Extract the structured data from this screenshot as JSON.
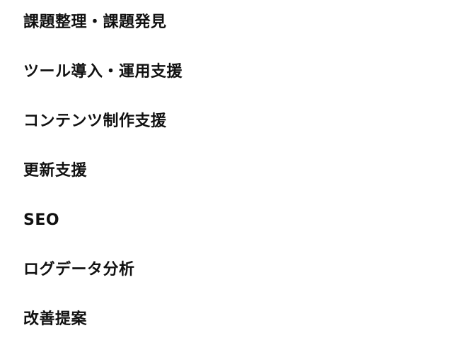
{
  "services": {
    "items": [
      {
        "label": "課題整理・課題発見"
      },
      {
        "label": "ツール導入・運用支援"
      },
      {
        "label": "コンテンツ制作支援"
      },
      {
        "label": "更新支援"
      },
      {
        "label": "SEO"
      },
      {
        "label": "ログデータ分析"
      },
      {
        "label": "改善提案"
      }
    ]
  }
}
